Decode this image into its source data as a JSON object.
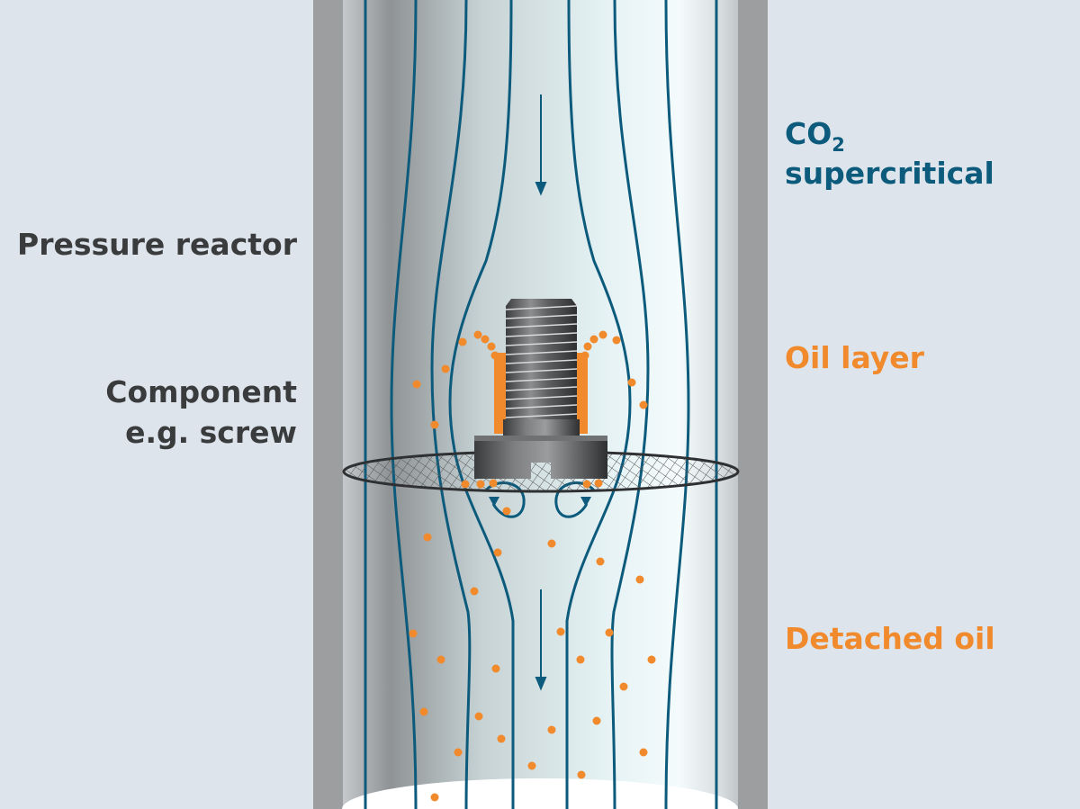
{
  "labels": {
    "pressure_reactor": "Pressure reactor",
    "component_line1": "Component",
    "component_line2": "e.g. screw",
    "co2_main": "CO",
    "co2_sub": "2",
    "co2_line2": "supercritical",
    "oil_layer": "Oil layer",
    "detached_oil": "Detached oil"
  },
  "colors": {
    "background": "#dde4eb",
    "reactor_wall": "#9d9e9f",
    "flow_lines": "#0c5a7c",
    "oil": "#f08a2c",
    "label_dark": "#3a3b3d",
    "screw": "#5a5b5d"
  },
  "icons": {
    "flow_arrow": "down-arrow-icon",
    "mesh": "wire-mesh-icon",
    "screw": "screw-icon"
  }
}
